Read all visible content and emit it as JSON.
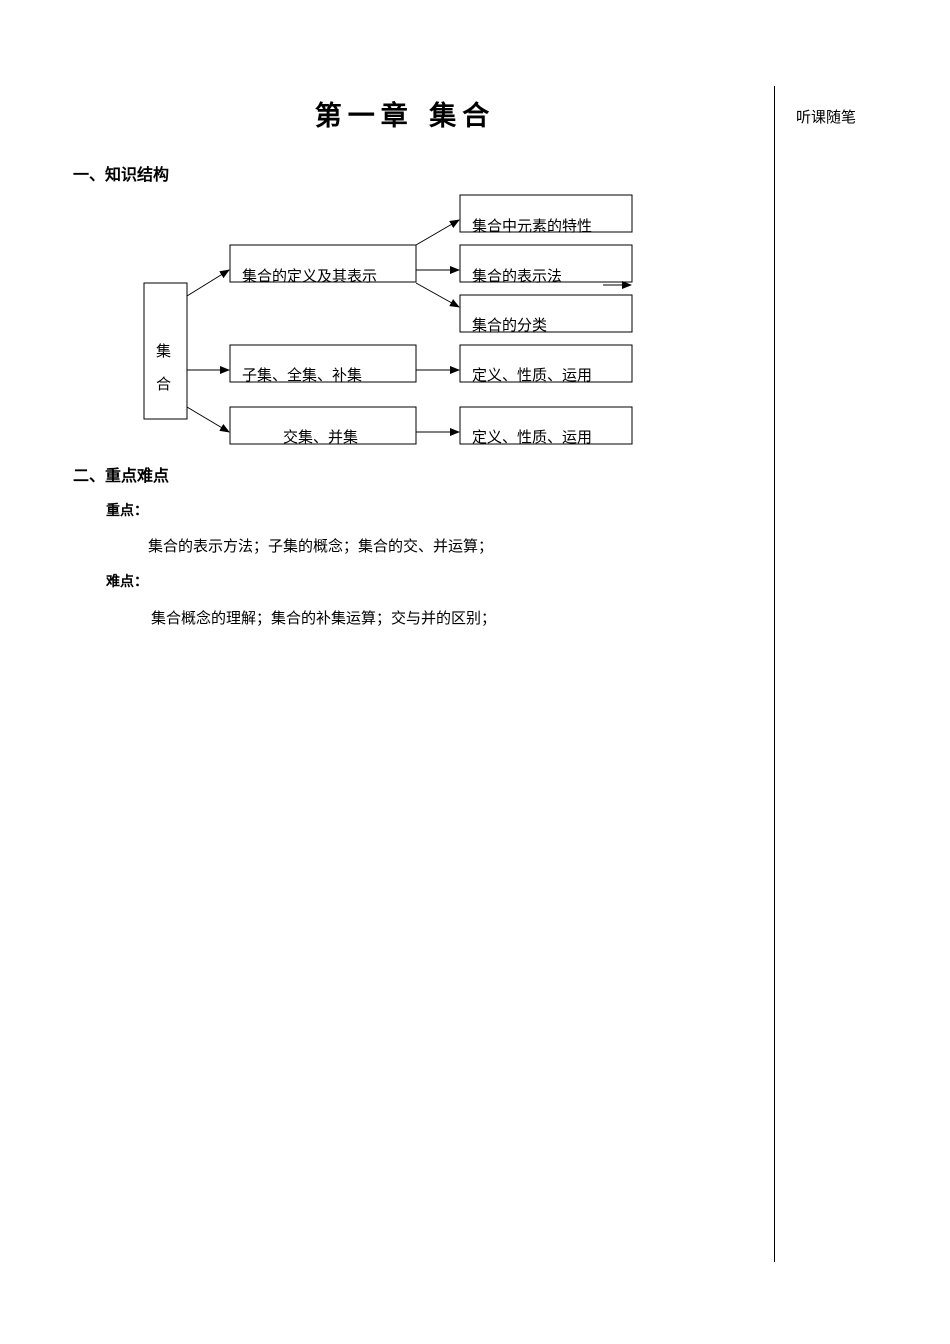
{
  "page": {
    "title": "第一章 集合",
    "sidebar_label": "听课随笔"
  },
  "section1": {
    "heading": "一、知识结构"
  },
  "diagram": {
    "root": [
      "集",
      "合"
    ],
    "level1": [
      "集合的定义及其表示",
      "子集、全集、补集",
      "交集、并集"
    ],
    "level2": [
      "集合中元素的特性",
      "集合的表示法",
      "集合的分类",
      "定义、性质、运用",
      "定义、性质、运用"
    ]
  },
  "section2": {
    "heading": "二、重点难点",
    "key_label": "重点：",
    "key_text": "集合的表示方法；子集的概念；集合的交、并运算；",
    "difficult_label": "难点：",
    "difficult_text": "集合概念的理解；集合的补集运算；交与并的区别；"
  }
}
